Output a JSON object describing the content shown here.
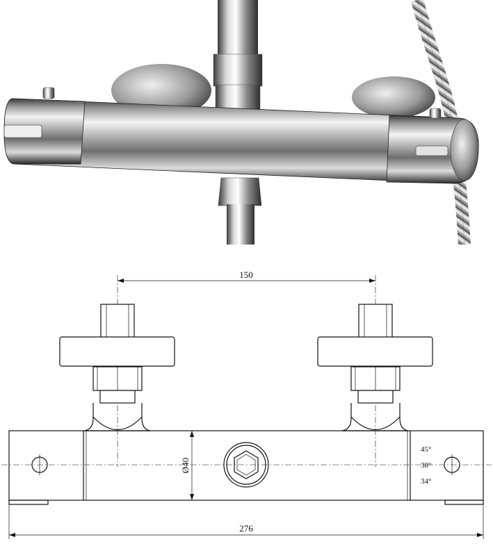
{
  "product_photo": {
    "subject": "chrome-thermostatic-shower-bar-valve"
  },
  "technical_drawing": {
    "dimensions": {
      "inlet_centres": "150",
      "overall_length": "276",
      "body_diameter": "Ø40"
    },
    "temperature_marks": [
      "45°",
      "38°",
      "34°"
    ]
  }
}
